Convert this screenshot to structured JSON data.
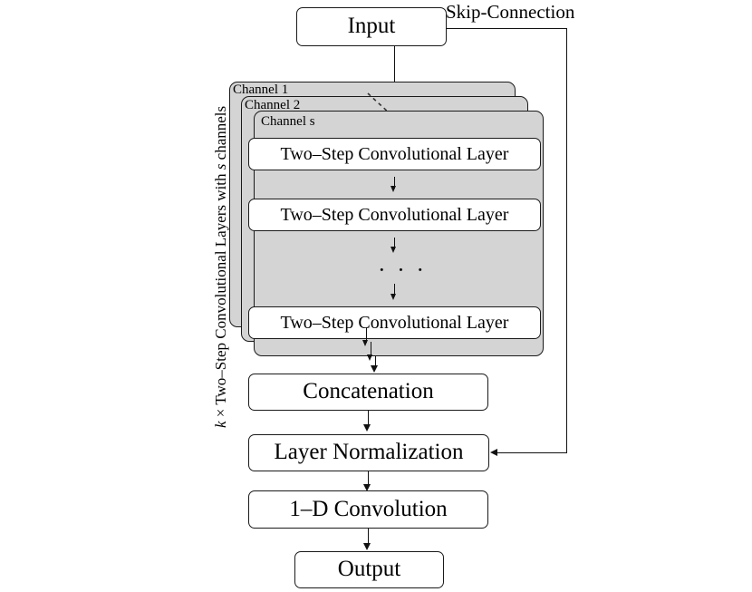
{
  "diagram": {
    "title_label": "Skip-Connection",
    "side_label": {
      "prefix_var": "k",
      "text_mid": " × Two–Step Convolutional Layers with ",
      "var2": "s",
      "suffix": " channels",
      "full": "k × Two–Step Convolutional Layers with s channels"
    },
    "nodes": {
      "input": "Input",
      "conv_layer_1": "Two–Step Convolutional Layer",
      "conv_layer_2": "Two–Step Convolutional Layer",
      "conv_layer_3": "Two–Step Convolutional Layer",
      "ellipsis": "· · ·",
      "concatenation": "Concatenation",
      "layer_normalization": "Layer Normalization",
      "conv_1d": "1–D Convolution",
      "output": "Output"
    },
    "channels": [
      {
        "label": "Channel 1"
      },
      {
        "label": "Channel 2"
      },
      {
        "label": "Channel s"
      }
    ],
    "colors": {
      "panel_fill": "#d4d4d4",
      "stroke": "#1a1a1a",
      "node_fill": "#ffffff",
      "background": "#ffffff"
    }
  }
}
